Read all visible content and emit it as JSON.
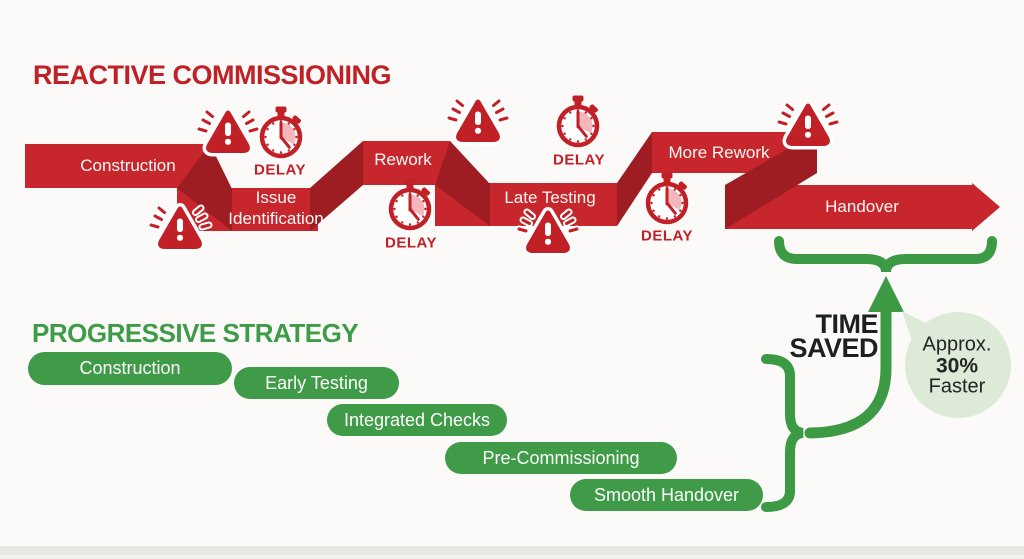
{
  "reactive": {
    "title": "REACTIVE COMMISSIONING",
    "delay_label": "DELAY",
    "steps": [
      {
        "label": "Construction"
      },
      {
        "label_line1": "Issue",
        "label_line2": "Identification"
      },
      {
        "label": "Rework"
      },
      {
        "label": "Late Testing"
      },
      {
        "label": "More Rework"
      },
      {
        "label": "Handover"
      }
    ]
  },
  "progressive": {
    "title": "PROGRESSIVE STRATEGY",
    "steps": [
      {
        "label": "Construction"
      },
      {
        "label": "Early Testing"
      },
      {
        "label": "Integrated Checks"
      },
      {
        "label": "Pre-Commissioning"
      },
      {
        "label": "Smooth Handover"
      }
    ]
  },
  "annotation": {
    "time_saved_line1": "TIME",
    "time_saved_line2": "SAVED",
    "bubble_line1": "Approx.",
    "bubble_line2": "30%",
    "bubble_line3": "Faster"
  },
  "colors": {
    "ribbon_red": "#c6262c",
    "fold_red_dark": "#9d1d22",
    "icon_red": "#c22027",
    "green": "#3f9b48",
    "arrow_green": "#3c9a45",
    "bubble_fill": "#dcead7",
    "text_dark": "#1f1f1f"
  }
}
